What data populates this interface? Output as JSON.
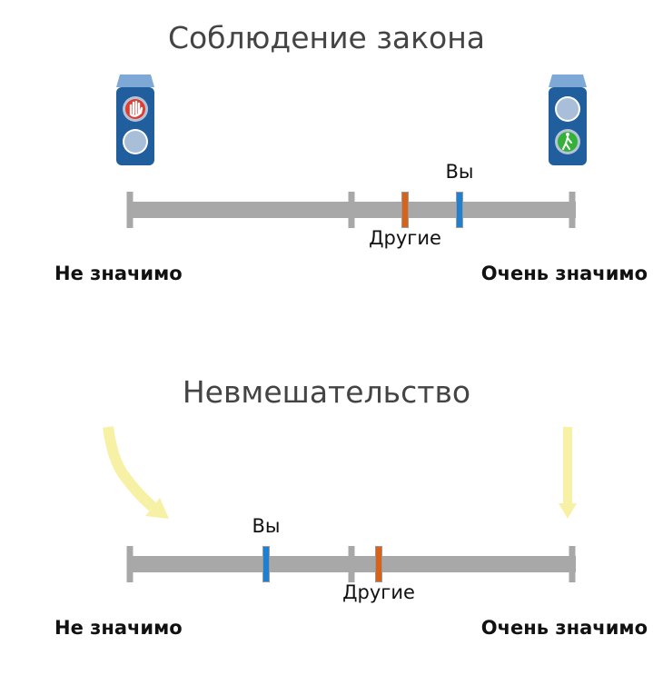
{
  "sections": [
    {
      "title": "Соблюдение закона",
      "left_label": "Не значимо",
      "right_label": "Очень значимо",
      "you_label": "Вы",
      "others_label": "Другие",
      "you_value": 0.74,
      "others_value": 0.62
    },
    {
      "title": "Невмешательство",
      "left_label": "Не значимо",
      "right_label": "Очень значимо",
      "you_label": "Вы",
      "others_label": "Другие",
      "you_value": 0.31,
      "others_value": 0.56
    }
  ],
  "colors": {
    "track": "#a8a8a8",
    "you_marker": "#1f7fd1",
    "others_marker": "#d9621a",
    "light_housing": "#215e9e",
    "light_cap": "#7ea8d6",
    "stop_light": "#e03c31",
    "walk_light": "#35b13a",
    "off_light": "#b4c4d8",
    "arrow": "#f7f1a6"
  },
  "icons": {
    "left_light": "red-stop-hand-traffic-light-icon",
    "right_light": "green-walk-traffic-light-icon",
    "left_arrow": "curved-arrow-icon",
    "right_arrow": "down-arrow-icon"
  }
}
